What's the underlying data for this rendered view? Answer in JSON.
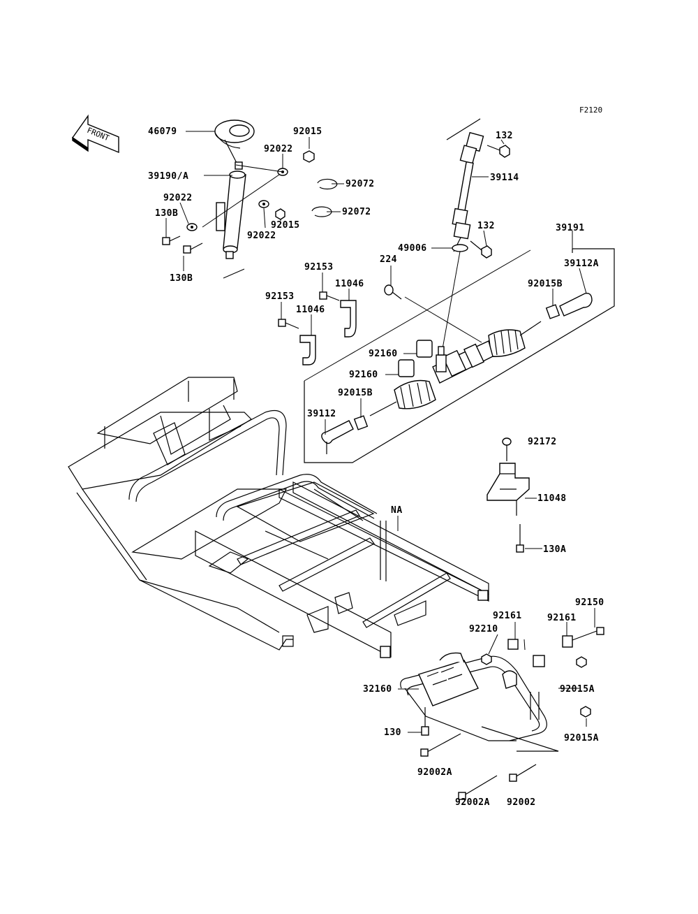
{
  "diagram": {
    "figure_code": "F2120",
    "front_arrow_text": "FRONT",
    "labels": {
      "l46079": "46079",
      "l92015_top": "92015",
      "l92022_a": "92022",
      "l39190A": "39190/A",
      "l92072_a": "92072",
      "l92022_b": "92022",
      "l92072_b": "92072",
      "l130B_a": "130B",
      "l92015_mid": "92015",
      "l92022_c": "92022",
      "l130B_b": "130B",
      "l132_a": "132",
      "l39114": "39114",
      "l132_b": "132",
      "l39191": "39191",
      "l49006": "49006",
      "l39112A": "39112A",
      "l224": "224",
      "l92153_a": "92153",
      "l11046_a": "11046",
      "l92015B_a": "92015B",
      "l92153_b": "92153",
      "l11046_b": "11046",
      "l92160_a": "92160",
      "l92160_b": "92160",
      "l92015B_b": "92015B",
      "l39112": "39112",
      "l92172": "92172",
      "l11048": "11048",
      "l130A": "130A",
      "lNA": "NA",
      "l92150": "92150",
      "l92161_a": "92161",
      "l92161_b": "92161",
      "l92210": "92210",
      "l32160": "32160",
      "l92015A_a": "92015A",
      "l130": "130",
      "l92015A_b": "92015A",
      "l92002A_a": "92002A",
      "l92002A_b": "92002A",
      "l92002": "92002"
    }
  }
}
